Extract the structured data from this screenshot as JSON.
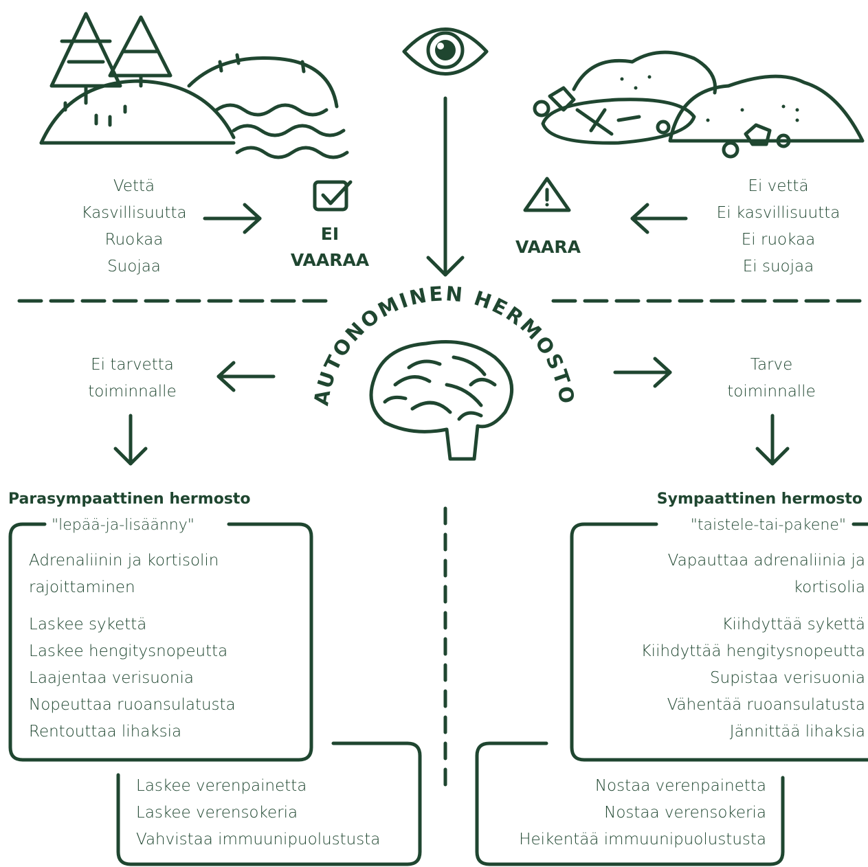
{
  "top_left": {
    "items": [
      "Vettä",
      "Kasvillisuutta",
      "Ruokaa",
      "Suojaa"
    ]
  },
  "top_right": {
    "items": [
      "Ei vettä",
      "Ei kasvillisuutta",
      "Ei ruokaa",
      "Ei suojaa"
    ]
  },
  "safe_label": {
    "line1": "EI",
    "line2": "VAARAA"
  },
  "danger_label": "VAARA",
  "center_label": "AUTONOMINEN HERMOSTO",
  "left_branch": {
    "line1": "Ei tarvetta",
    "line2": "toiminnalle"
  },
  "right_branch": {
    "line1": "Tarve",
    "line2": "toiminnalle"
  },
  "parasympathetic": {
    "title": "Parasympaattinen hermosto",
    "subtitle": "\"lepää-ja-lisäänny\"",
    "first_item": [
      "Adrenaliinin ja kortisolin",
      "rajoittaminen"
    ],
    "items": [
      "Laskee sykettä",
      "Laskee hengitysnopeutta",
      "Laajentaa verisuonia",
      "Nopeuttaa ruoansulatusta",
      "Rentouttaa lihaksia"
    ],
    "extra_items": [
      "Laskee verenpainetta",
      "Laskee verensokeria",
      "Vahvistaa immuunipuolustusta"
    ]
  },
  "sympathetic": {
    "title": "Sympaattinen hermosto",
    "subtitle": "\"taistele-tai-pakene\"",
    "first_item": [
      "Vapauttaa adrenaliinia ja",
      "kortisolia"
    ],
    "items": [
      "Kiihdyttää sykettä",
      "Kiihdyttää hengitysnopeutta",
      "Supistaa verisuonia",
      "Vähentää ruoansulatusta",
      "Jännittää lihaksia"
    ],
    "extra_items": [
      "Nostaa verenpainetta",
      "Nostaa verensokeria",
      "Heikentää immuunipuolustusta"
    ]
  },
  "colors": {
    "primary": "#1f4630",
    "background": "#ffffff"
  },
  "icons": [
    "forest-lake-illustration",
    "eye-icon",
    "dry-landscape-illustration",
    "checkbox-icon",
    "warning-icon",
    "brain-icon",
    "arrow-icon"
  ]
}
